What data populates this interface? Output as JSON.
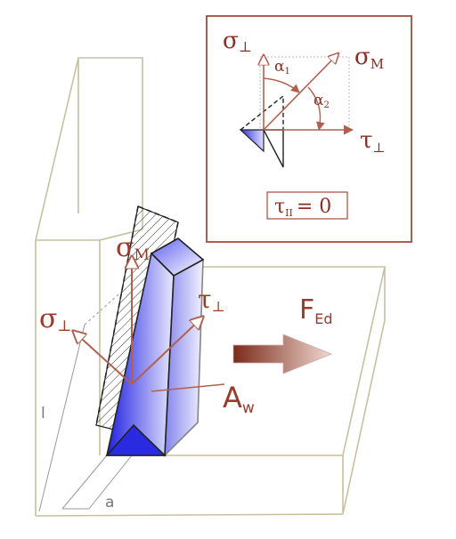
{
  "labels": {
    "sigma_main": "σ",
    "sigma_main_sub": "M",
    "sigma_perp": "σ",
    "sigma_perp_sub": "⊥",
    "tau_perp": "τ",
    "tau_perp_sub": "⊥",
    "force": "F",
    "force_sub": "Ed",
    "area": "A",
    "area_sub": "w",
    "length": "l",
    "throat": "a"
  },
  "inset": {
    "sigma_perp": "σ",
    "sigma_perp_sub": "⊥",
    "sigma_main": "σ",
    "sigma_main_sub": "M",
    "tau_perp": "τ",
    "tau_perp_sub": "⊥",
    "alpha1": "α",
    "alpha1_sub": "1",
    "alpha2": "α",
    "alpha2_sub": "2",
    "tau_parallel_eq": "τ",
    "tau_parallel_sub": "II",
    "tau_parallel_rhs": "= 0"
  },
  "colors": {
    "outline": "#c8c0a0",
    "label": "#9a3a2a",
    "arrow": "#b06050",
    "weld": "#3a3ae8",
    "inset_frame": "#a84a3a"
  }
}
